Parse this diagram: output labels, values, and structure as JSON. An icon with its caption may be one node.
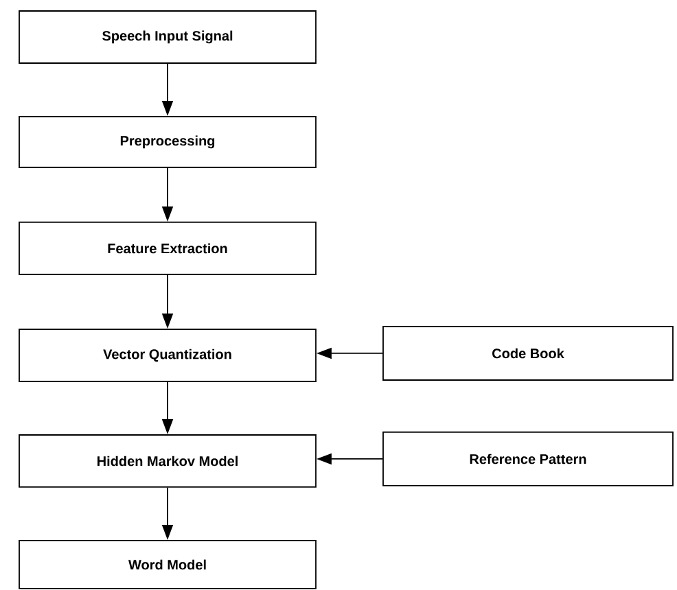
{
  "diagram": {
    "nodes": [
      {
        "text": [
          "Speech Input Signal"
        ]
      },
      {
        "text": [
          "Preprocessing"
        ]
      },
      {
        "text": [
          "Feature Extraction"
        ]
      },
      {
        "text": [
          "Vector Quantization"
        ]
      },
      {
        "text": [
          "Hidden Markov Model"
        ]
      },
      {
        "text": [
          "Word Model"
        ]
      },
      {
        "text": [
          "Code Book"
        ]
      },
      {
        "text": [
          "Reference Pattern"
        ]
      }
    ],
    "edges": [
      {
        "from": 0,
        "to": 1,
        "arrow": "to"
      },
      {
        "from": 1,
        "to": 2,
        "arrow": "to"
      },
      {
        "from": 2,
        "to": 3,
        "arrow": "to"
      },
      {
        "from": 3,
        "to": 4,
        "arrow": "to"
      },
      {
        "from": 4,
        "to": 5,
        "arrow": "to"
      },
      {
        "from": 6,
        "to": 3,
        "arrow": "to"
      },
      {
        "from": 7,
        "to": 4,
        "arrow": "to"
      }
    ]
  }
}
